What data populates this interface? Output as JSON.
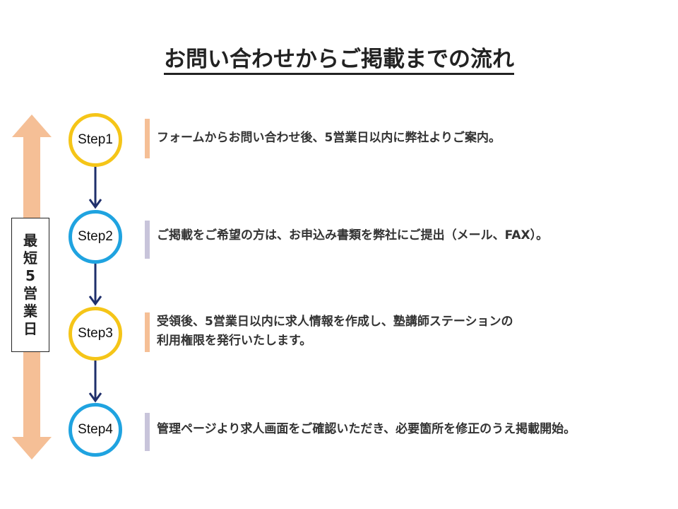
{
  "title": "お問い合わせからご掲載までの流れ",
  "period_label": [
    "最",
    "短",
    "5",
    "営",
    "業",
    "日"
  ],
  "colors": {
    "arrow": "#F5BF96",
    "yellow": "#F5C518",
    "blue": "#1FA3E0",
    "navy": "#1F2F6B",
    "orange_bar": "#F5BF96",
    "lavender_bar": "#C8C4DA"
  },
  "steps": [
    {
      "label": "Step1",
      "text": [
        "フォームからお問い合わせ後、5営業日以内に弊社よりご案内。"
      ]
    },
    {
      "label": "Step2",
      "text": [
        "ご掲載をご希望の方は、お申込み書類を弊社にご提出（メール、FAX）。"
      ]
    },
    {
      "label": "Step3",
      "text": [
        "受領後、5営業日以内に求人情報を作成し、塾講師ステーションの",
        "利用権限を発行いたします。"
      ]
    },
    {
      "label": "Step4",
      "text": [
        "管理ページより求人画面をご確認いただき、必要箇所を修正のうえ掲載開始。"
      ]
    }
  ]
}
